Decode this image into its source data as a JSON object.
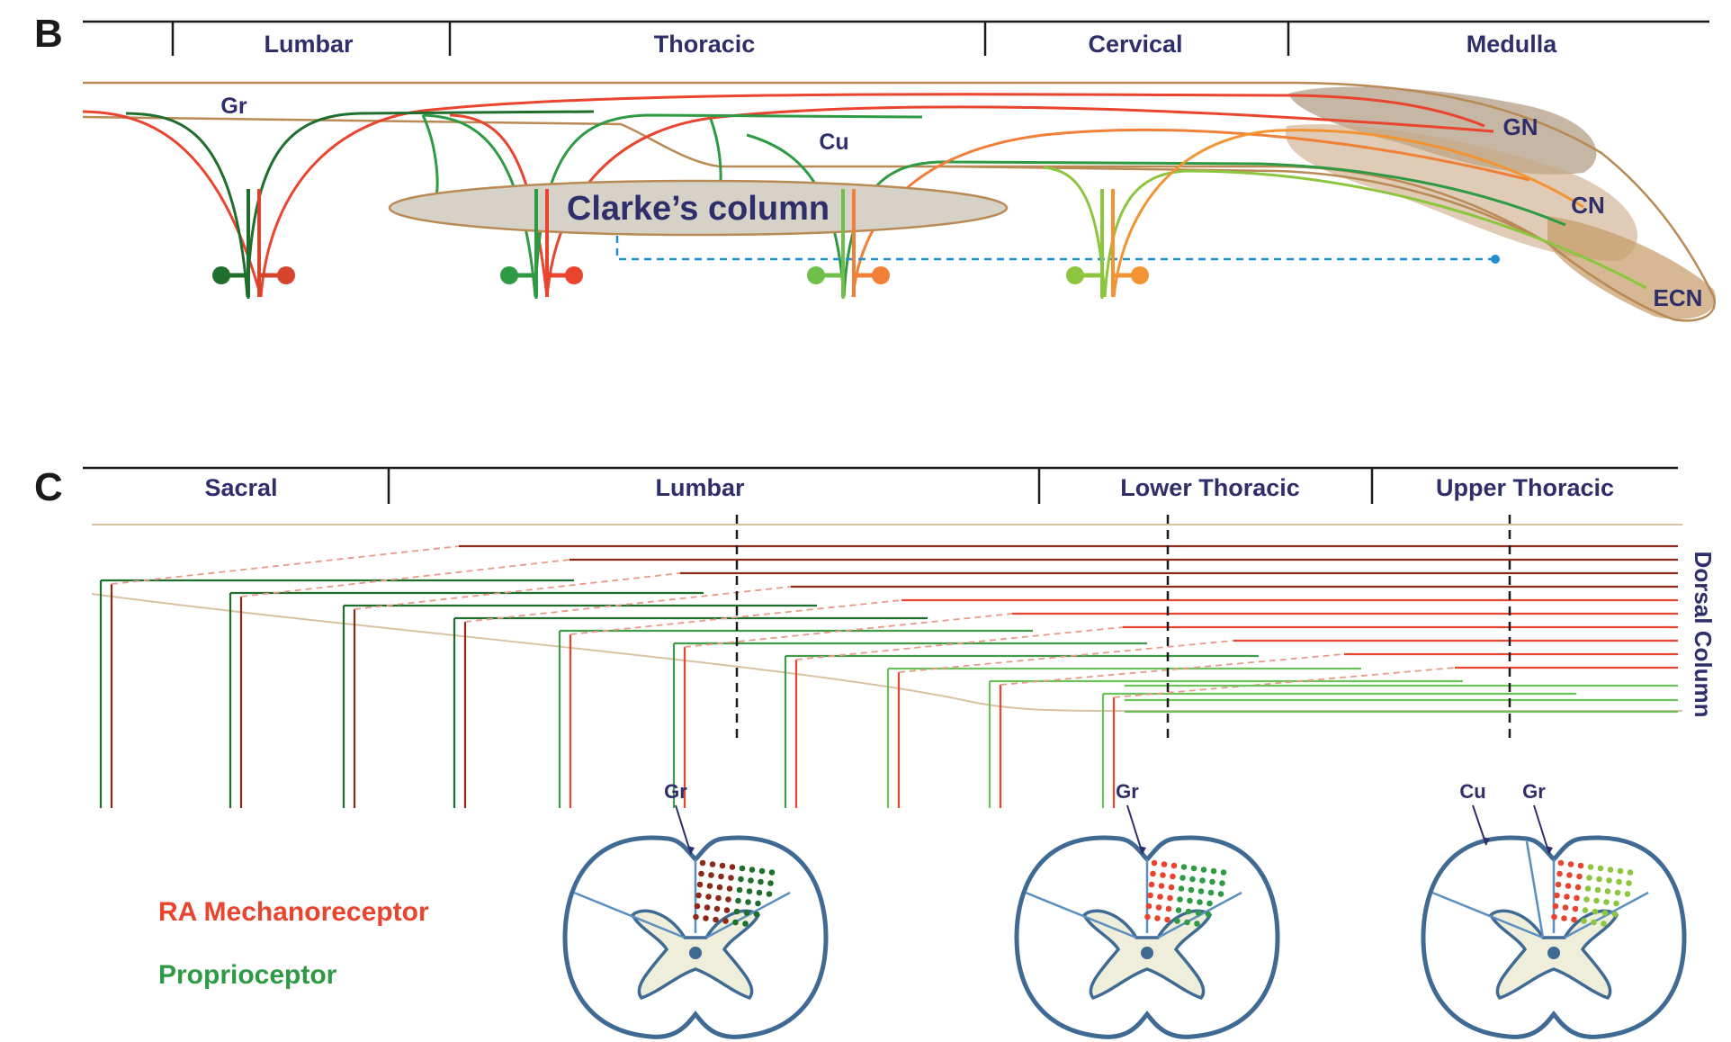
{
  "panel_b": {
    "letter": "B",
    "regions": [
      "Lumbar",
      "Thoracic",
      "Cervical",
      "Medulla"
    ],
    "labels": {
      "gr": "Gr",
      "cu": "Cu",
      "clarke": "Clarke’s column",
      "gn": "GN",
      "cn": "CN",
      "ecn": "ECN"
    }
  },
  "panel_c": {
    "letter": "C",
    "regions": [
      "Sacral",
      "Lumbar",
      "Lower Thoracic",
      "Upper Thoracic"
    ],
    "dorsal_column": "Dorsal Column",
    "sections": [
      {
        "labels": [
          "Gr"
        ]
      },
      {
        "labels": [
          "Gr"
        ]
      },
      {
        "labels": [
          "Cu",
          "Gr"
        ]
      }
    ]
  },
  "legend": {
    "ra": "RA Mechanoreceptor",
    "proprio": "Proprioceptor"
  },
  "colors": {
    "red": "#e8442e",
    "dark_red": "#8b2a1a",
    "green": "#2e9a44",
    "dark_green": "#1f6e2e",
    "light_green": "#8cc63f",
    "orange": "#f29431",
    "tan": "#b98a55",
    "navy": "#2e2e6b",
    "blue_dash": "#1f8fcf",
    "cord_outline": "#3e6a93",
    "grey_matter": "#eeeeda"
  }
}
